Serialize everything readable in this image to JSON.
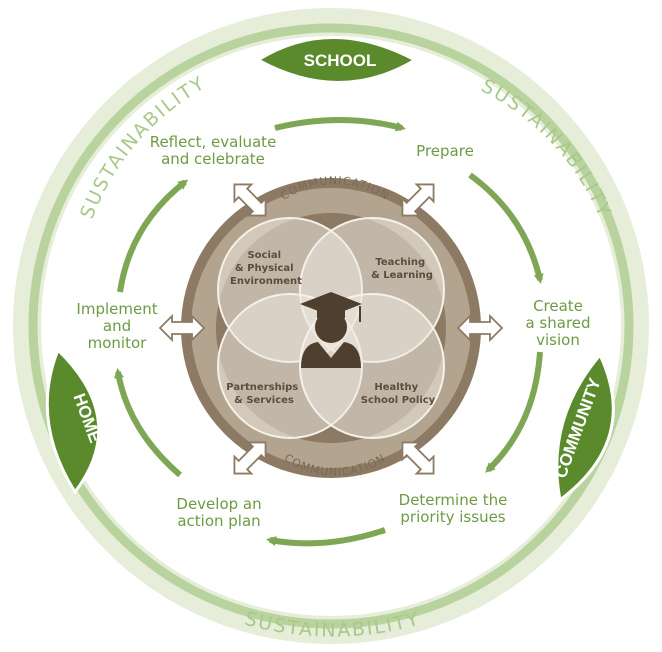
{
  "ring": {
    "sustainability_top_left": "SUSTAINABILITY",
    "sustainability_top_right": "SUSTAINABILITY",
    "sustainability_bottom": "SUSTAINABILITY"
  },
  "leaves": {
    "school": "SCHOOL",
    "home": "HOME",
    "community": "COMMUNITY"
  },
  "steps": {
    "reflect": "Reflect, evaluate\nand celebrate",
    "prepare": "Prepare",
    "vision": "Create\na shared\nvision",
    "priority": "Determine the\npriority issues",
    "action": "Develop an\naction plan",
    "implement": "Implement\nand\nmonitor"
  },
  "core": {
    "communication_top": "COMMUNICATION",
    "communication_bottom": "COMMUNICATION",
    "social_line1": "Social",
    "social_line2": "& Physical",
    "social_line3": "Environment",
    "teaching_line1": "Teaching",
    "teaching_line2": "& Learning",
    "partnerships_line1": "Partnerships",
    "partnerships_line2": "& Services",
    "policy_line1": "Healthy",
    "policy_line2": "School Policy"
  },
  "colors": {
    "leaf_green": "#5a8a2c",
    "ring_light": "#e6edd8",
    "ring_band": "#b9d39e",
    "arrow_green": "#7ea655",
    "core_brown": "#8c7a64",
    "core_tan": "#b3a48f",
    "venn_fill": "#ece7df",
    "student_icon": "#4e3f2e"
  }
}
